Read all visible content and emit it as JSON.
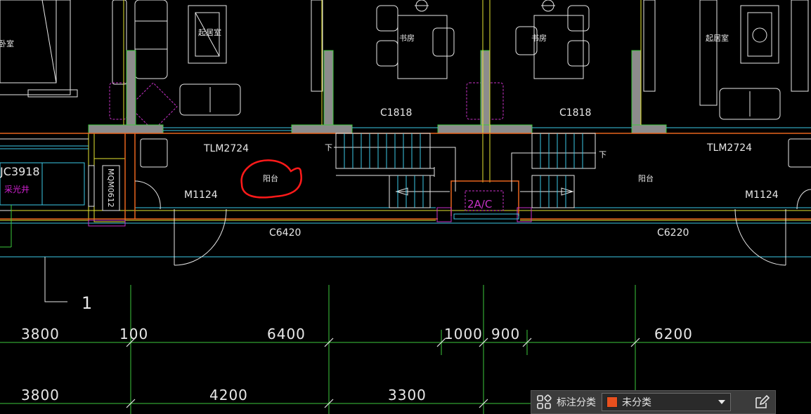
{
  "drawing": {
    "rooms": {
      "bedroom_left": "卧室",
      "living_left": "起居室",
      "study_left": "书房",
      "study_right": "书房",
      "living_right": "起居室",
      "balcony_left": "阳台",
      "balcony_right": "阳台",
      "shaft": "采光井"
    },
    "labels": {
      "tlm_left": "TLM2724",
      "tlm_right": "TLM2724",
      "c1818_left": "C1818",
      "c1818_right": "C1818",
      "m1124_left": "M1124",
      "m1124_right": "M1124",
      "c6420": "C6420",
      "c6220": "C6220",
      "jc3918": "JC3918",
      "mqm": "MQM0612",
      "down_left": "下",
      "down_right": "下",
      "ac": "2A/C",
      "axis_1": "1"
    },
    "dimensions": {
      "row1": [
        "3800",
        "100",
        "6400",
        "1000",
        "900",
        "6200"
      ],
      "row2": [
        "3800",
        "4200",
        "3300"
      ]
    },
    "colors": {
      "wall_orange": "#e8641e",
      "cyan": "#3cc8e6",
      "yellow": "#e6e632",
      "green": "#3cc83c",
      "magenta": "#c832c8",
      "gray_fill": "#8c8c8c",
      "red_markup": "#ff1a1a"
    }
  },
  "toolbar": {
    "grid_icon": "grid-icon",
    "category_label": "标注分类",
    "selected_value": "未分类",
    "swatch_color": "#e8501e",
    "edit_icon": "edit-icon"
  }
}
